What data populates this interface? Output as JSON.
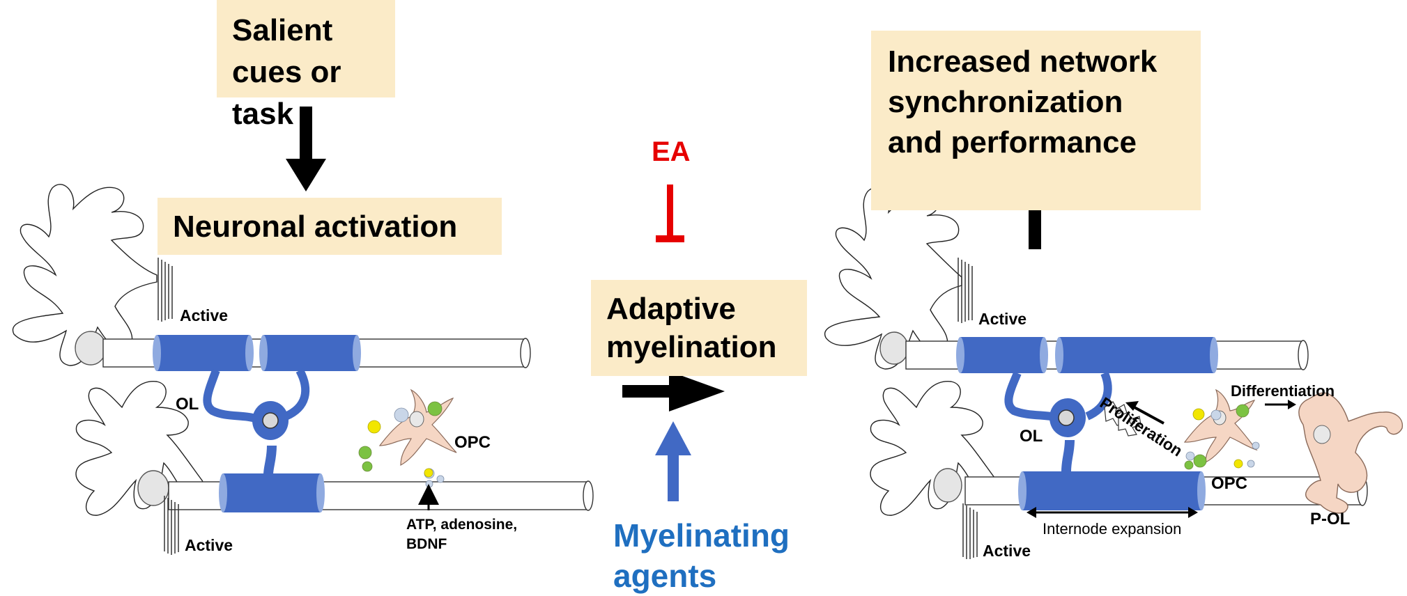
{
  "boxes": {
    "salient": "Salient cues or task",
    "neuronal": "Neuronal activation",
    "adaptive": "Adaptive myelination",
    "increased": "Increased network synchronization and performance"
  },
  "labels": {
    "ea": "EA",
    "myelinating_agents": "Myelinating agents",
    "active_left_top": "Active",
    "active_left_bottom": "Active",
    "ol_left": "OL",
    "opc_left": "OPC",
    "factors_line1": "ATP, adenosine,",
    "factors_line2": "BDNF",
    "active_right_top": "Active",
    "active_right_bottom": "Active",
    "ol_right": "OL",
    "proliferation": "Proliferation",
    "differentiation": "Differentiation",
    "opc_right": "OPC",
    "pol": "P-OL",
    "internode": "Internode expansion"
  },
  "colors": {
    "box_fill": "#fbebc8",
    "myelin": "#4169c4",
    "myelin_cap": "#8faae0",
    "inhibit": "#e60000",
    "agents": "#1f6fc0",
    "opc_fill": "#f5d6c4",
    "vesicle_green": "#7cc242",
    "vesicle_yellow": "#f2e600",
    "vesicle_grey": "#c9d6e8"
  }
}
